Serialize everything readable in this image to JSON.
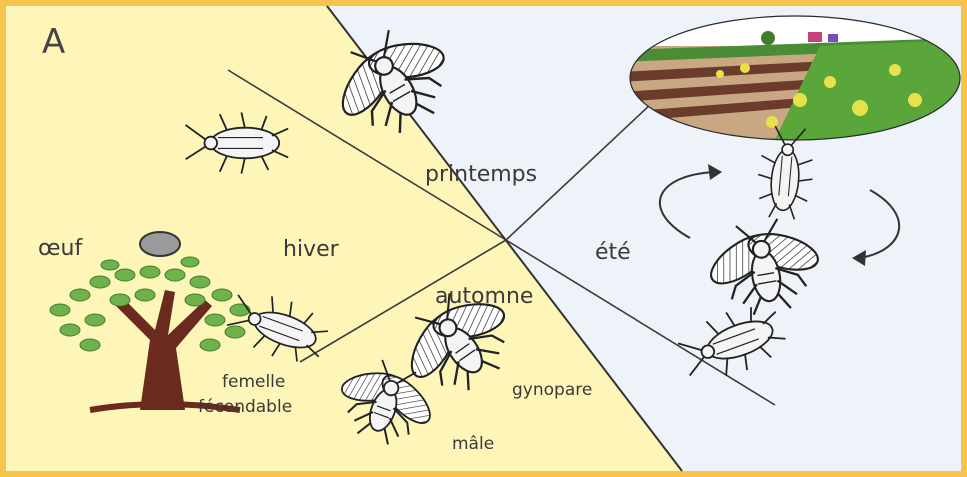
{
  "panel_letter": "A",
  "seasons": {
    "spring": "printemps",
    "summer": "été",
    "autumn": "automne",
    "winter": "hiver"
  },
  "stages": {
    "egg": "œuf",
    "female_line1": "femelle",
    "female_line2": "fécondable",
    "gynopare": "gynopare",
    "male": "mâle"
  },
  "colors": {
    "frame": "#f6c44e",
    "left_background": "#fdf6b8",
    "right_background": "#eef3f9",
    "line": "#3c3c3c",
    "tree_leaves": "#6fb14a",
    "tree_trunk": "#6b2a1e"
  }
}
